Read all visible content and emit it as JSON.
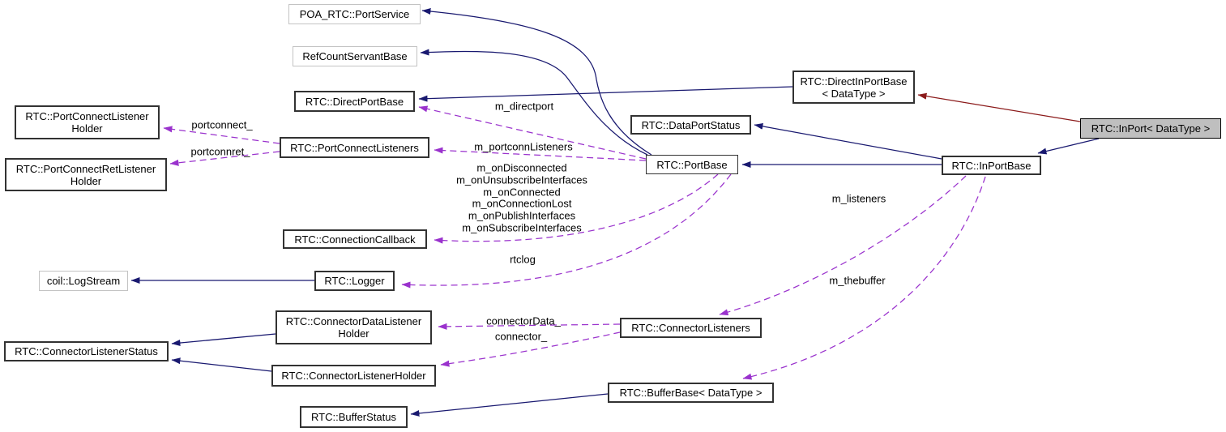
{
  "nodes": {
    "portService": {
      "label": "POA_RTC::PortService"
    },
    "refCountServantBase": {
      "label": "RefCountServantBase"
    },
    "directPortBase": {
      "label": "RTC::DirectPortBase"
    },
    "portConnectListenerHolder": {
      "label": "RTC::PortConnectListener\nHolder"
    },
    "portConnectRetListenerHolder": {
      "label": "RTC::PortConnectRetListener\nHolder"
    },
    "portConnectListeners": {
      "label": "RTC::PortConnectListeners"
    },
    "dataPortStatus": {
      "label": "RTC::DataPortStatus"
    },
    "portBase": {
      "label": "RTC::PortBase"
    },
    "directInPortBase": {
      "label": "RTC::DirectInPortBase\n< DataType >"
    },
    "inPort": {
      "label": "RTC::InPort< DataType >"
    },
    "inPortBase": {
      "label": "RTC::InPortBase"
    },
    "connectionCallback": {
      "label": "RTC::ConnectionCallback"
    },
    "logStream": {
      "label": "coil::LogStream"
    },
    "logger": {
      "label": "RTC::Logger"
    },
    "connectorDataListenerHolder": {
      "label": "RTC::ConnectorDataListener\nHolder"
    },
    "connectorListenerStatus": {
      "label": "RTC::ConnectorListenerStatus"
    },
    "connectorListenerHolder": {
      "label": "RTC::ConnectorListenerHolder"
    },
    "connectorListeners": {
      "label": "RTC::ConnectorListeners"
    },
    "bufferBase": {
      "label": "RTC::BufferBase< DataType >"
    },
    "bufferStatus": {
      "label": "RTC::BufferStatus"
    }
  },
  "edgeLabels": {
    "mDirectport": "m_directport",
    "portconnect": "portconnect_",
    "portconnret": "portconnret_",
    "mPortconnListeners": "m_portconnListeners",
    "mOnCallbacks": "m_onDisconnected\nm_onUnsubscribeInterfaces\nm_onConnected\nm_onConnectionLost\nm_onPublishInterfaces\nm_onSubscribeInterfaces",
    "rtclog": "rtclog",
    "mListeners": "m_listeners",
    "mThebuffer": "m_thebuffer",
    "connectorData": "connectorData_",
    "connector": "connector_"
  },
  "colors": {
    "inheritanceEdge": "#191970",
    "usageEdge": "#9a32cd",
    "privateInheritanceEdge": "#8b1a1a",
    "nodeFill": "#ffffff",
    "selectedNodeFill": "#bfbfbf",
    "nodeBorder": "#323232",
    "externalNodeBorder": "#c3c3c3"
  }
}
